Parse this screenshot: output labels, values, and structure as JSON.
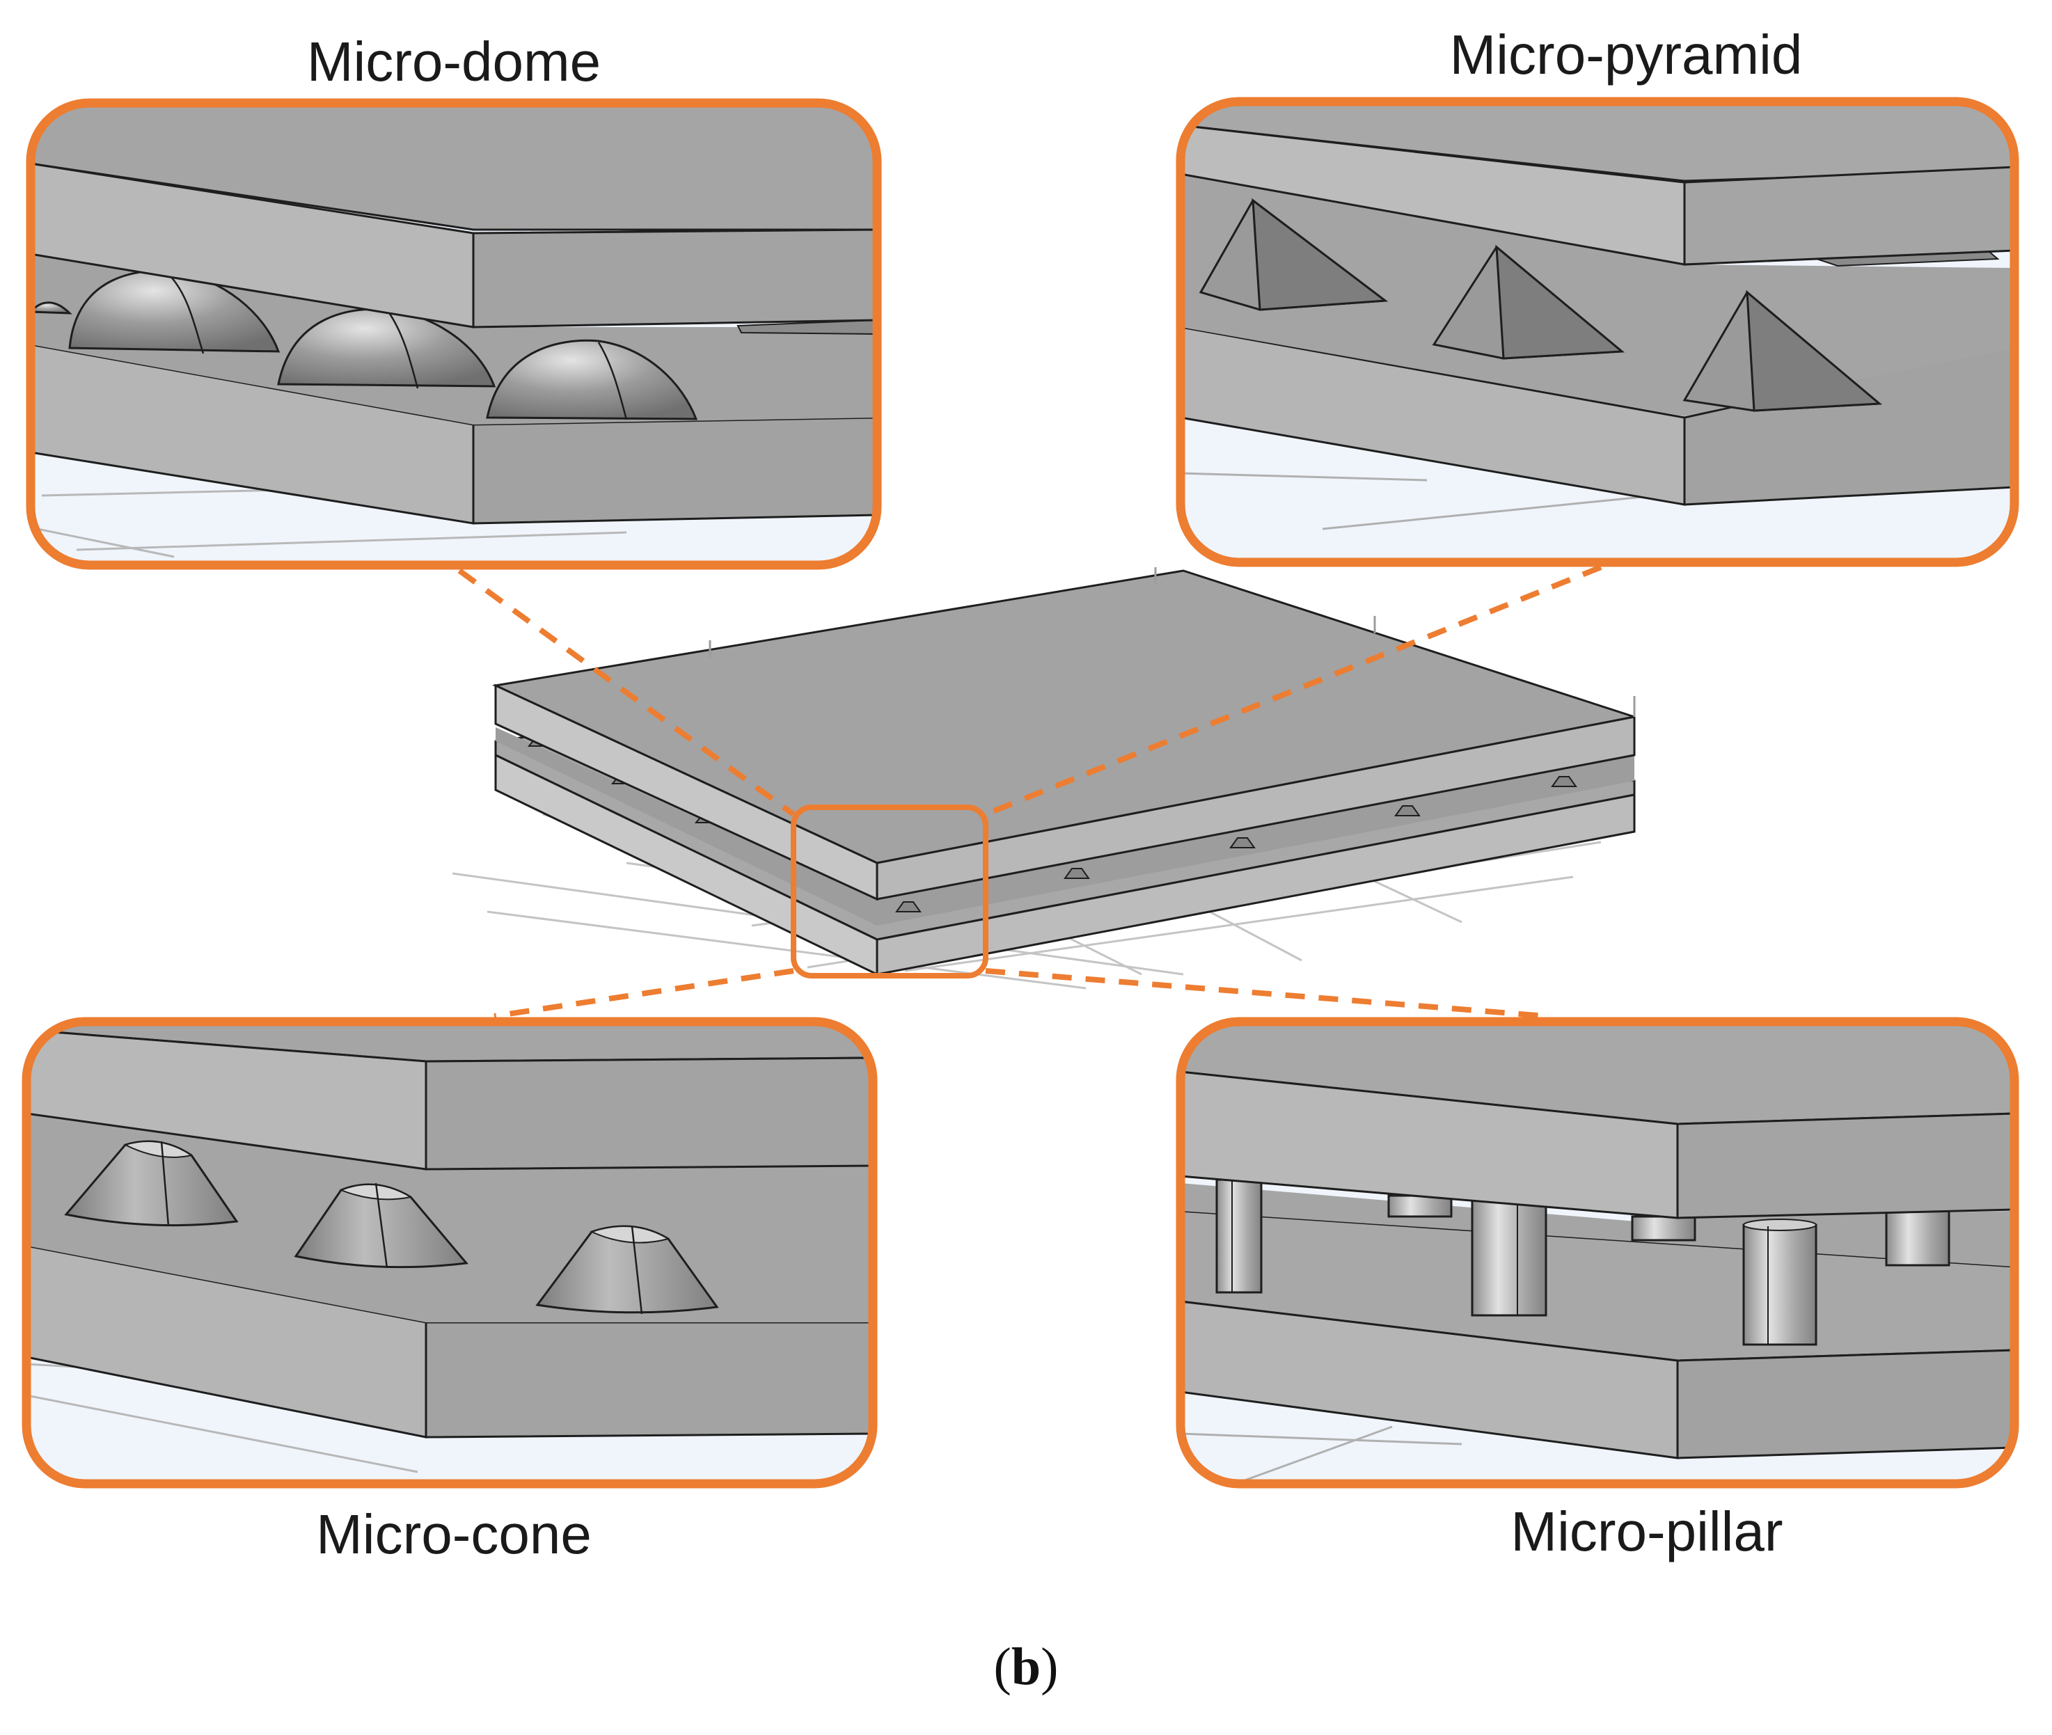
{
  "panels": {
    "dome_label": "Micro-dome",
    "pyramid_label": "Micro-pyramid",
    "cone_label": "Micro-cone",
    "pillar_label": "Micro-pillar"
  },
  "caption": {
    "open": "(",
    "letter": "b",
    "close": ")"
  },
  "colors": {
    "accent": "#ED7D31",
    "plate_top": "#a3a3a3",
    "plate_side": "#bdbdbd",
    "plate_dark": "#9a9a9a",
    "floor": "#eaf2fb",
    "edge": "#1e1e1e"
  }
}
